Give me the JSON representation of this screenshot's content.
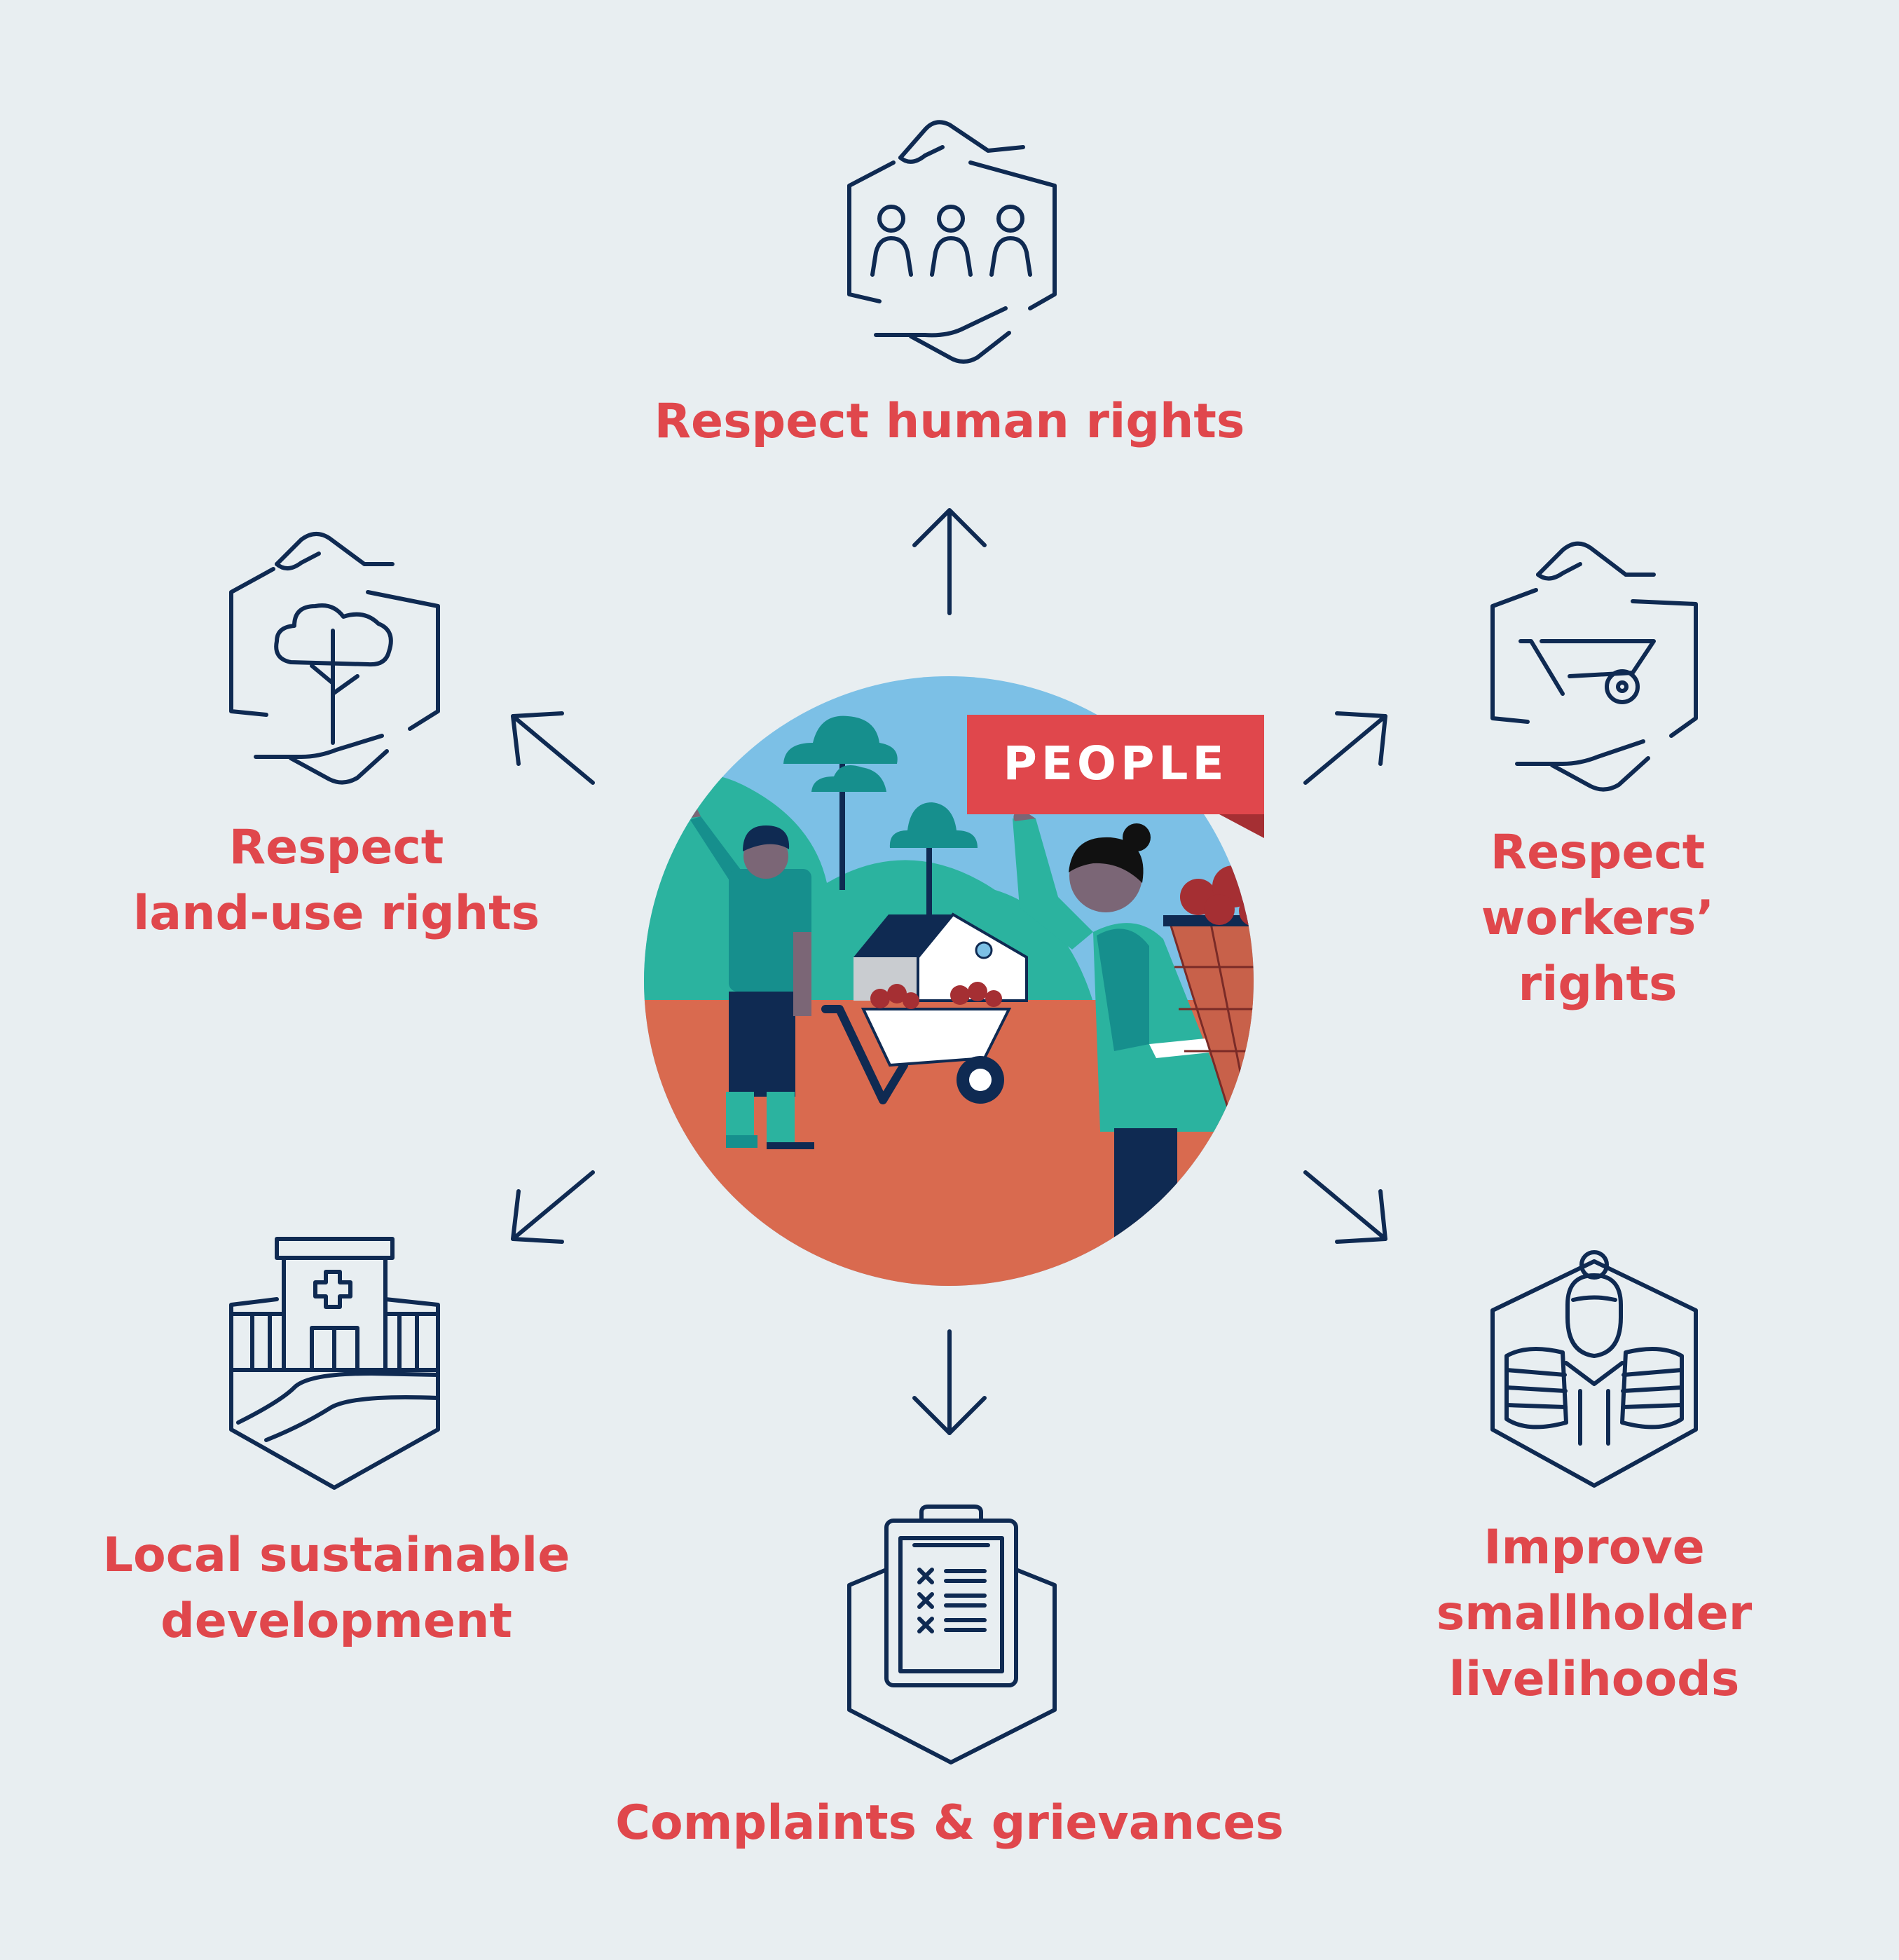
{
  "center": {
    "badge": "PEOPLE"
  },
  "items": {
    "human_rights": [
      "Respect human rights"
    ],
    "land_use_rights": [
      "Respect",
      "land-use rights"
    ],
    "workers_rights": [
      "Respect",
      "workers’",
      "rights"
    ],
    "local_development": [
      "Local sustainable",
      "development"
    ],
    "smallholder": [
      "Improve",
      "smallholder",
      "livelihoods"
    ],
    "complaints": [
      "Complaints & grievances"
    ]
  },
  "colors": {
    "background": "#e8eef1",
    "label": "#e0474c",
    "icon_stroke": "#0f2a52",
    "sky": "#7cc0e6",
    "hills": "#2bb39f",
    "ground": "#d96a4f",
    "badge": "#e0474c"
  },
  "icons": [
    "people-group-icon",
    "tree-icon",
    "wheelbarrow-icon",
    "hospital-icon",
    "clipboard-icon",
    "farmer-icon"
  ]
}
